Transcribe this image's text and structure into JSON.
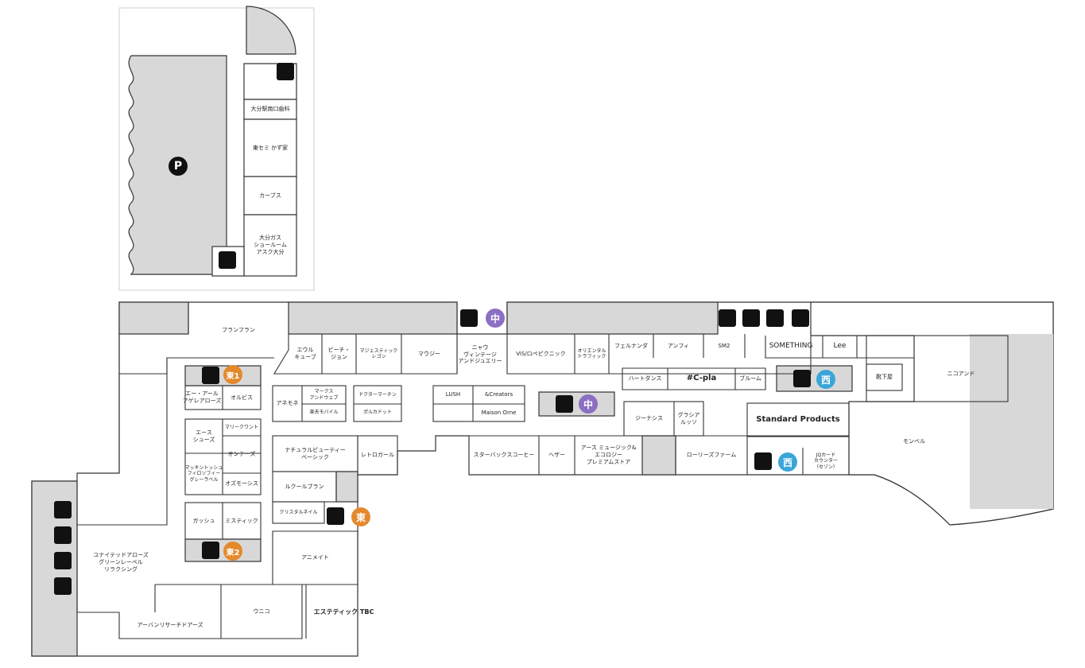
{
  "map": {
    "parking_label": "P",
    "area_badges": {
      "east": "東",
      "east1": "東1",
      "east2": "東2",
      "central": "中",
      "west": "西"
    },
    "shops": {
      "oita_eki": "大分駅南口歯科",
      "tousemi": "東セミ かず家",
      "carbs": "カーブス",
      "oita_gas": "大分ガス\nショールーム\nアスク大分",
      "francfranc": "フランフラン",
      "eulu": "エウル\nキューブ",
      "beach": "ビーチ・\nジョン",
      "majestic": "マジェスティック\nレゴン",
      "moussy": "マウジー",
      "niau": "ニャウ\nヴィンテージ\nアンドジュエリー",
      "vis": "ViS/ロペピクニック",
      "oriental": "オリエンタル\nトラフィック",
      "ferunanda": "フェルナンダ",
      "anfi": "アンフィ",
      "sm2": "SM2",
      "something": "SOMETHING",
      "lee": "Lee",
      "heartdance": "ハートダンス",
      "cpla": "#C-pla",
      "bloom": "ブルーム",
      "kutsushita": "靴下屋",
      "nicoand": "ニコアンド",
      "ar": "エー・アール\nアゲレアローズ",
      "orbis": "オルビス",
      "anemone": "アネモネ",
      "marks": "マークス\nアンドウェブ",
      "rakuten": "楽天モバイル",
      "drmartens": "ドクターマーチン",
      "polka": "ポルカドット",
      "lush": "LUSH",
      "andcreators": "&Creators",
      "maisonorne": "Maison Orne",
      "ace": "エース\nシューズ",
      "maryquant": "マリークワント",
      "mackintosh": "マッキントッシュ\nフィロソフィー\nグレーラベル",
      "ondeeds": "オンテーズ",
      "ozmosis": "オズモーシス",
      "natural": "ナチュラルビューティー\nベーシック",
      "retro": "レトロガール",
      "lecreplan": "ルクールブラン",
      "crystal": "クリスタルネイル",
      "gasshu": "ガッシュ",
      "mystic": "ミスティック",
      "animate": "アニメイト",
      "united": "ユナイテッドアローズ\nグリーンレーベル\nリラクシング",
      "urban": "アーバンリサーチドアーズ",
      "uniqlo": "ウニコ",
      "tbc": "エステティック TBC",
      "starbucks": "スターバックスコーヒー",
      "hezar": "ヘザー",
      "earth": "アース ミュージック&\nエコロジー\nプレミアムストア",
      "genesis": "ジーナシス",
      "gracia": "グラシア\nルッソ",
      "lowrys": "ローリーズファーム",
      "standard": "Standard Products",
      "jq": "JQカード\nカウンター\n（セゾン）",
      "montbell": "モンベル"
    }
  }
}
